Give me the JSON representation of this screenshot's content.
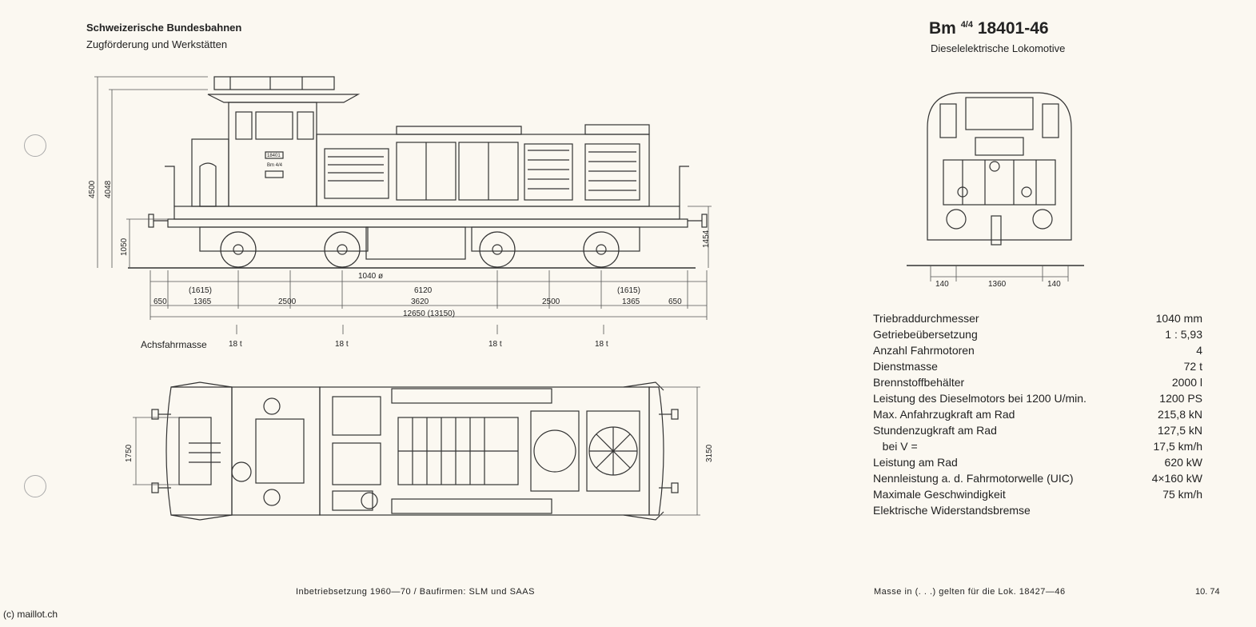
{
  "header": {
    "org_line1": "Schweizerische Bundesbahnen",
    "org_line2": "Zugförderung und Werkstätten",
    "title_prefix": "Bm",
    "title_fraction": "4/4",
    "title_number": "18401-46",
    "subtitle": "Dieselelektrische Lokomotive"
  },
  "side_view": {
    "dims_vertical": [
      "4500",
      "4048",
      "1050",
      "1454"
    ],
    "wheel_dia": "1040 ø",
    "dims_row1": [
      "(1615)",
      "6120",
      "(1615)"
    ],
    "dims_row2": [
      "650",
      "1365",
      "2500",
      "3620",
      "2500",
      "1365",
      "650"
    ],
    "total_length": "12650  (13150)",
    "axle_load_label": "Achsfahrmasse",
    "axle_loads": [
      "18 t",
      "18 t",
      "18 t",
      "18 t"
    ],
    "cab_plate": [
      "18401",
      "Bm 4/4"
    ]
  },
  "top_view": {
    "dim_left": "1750",
    "dim_right": "3150"
  },
  "end_view": {
    "dims": [
      "140",
      "1360",
      "140"
    ]
  },
  "specs": [
    {
      "label": "Triebraddurchmesser",
      "value": "1040 mm"
    },
    {
      "label": "Getriebeübersetzung",
      "value": "1 : 5,93"
    },
    {
      "label": "Anzahl Fahrmotoren",
      "value": "4"
    },
    {
      "label": "Dienstmasse",
      "value": "72 t"
    },
    {
      "label": "Brennstoffbehälter",
      "value": "2000 l"
    },
    {
      "label": "Leistung des Dieselmotors bei 1200 U/min.",
      "value": "1200 PS"
    },
    {
      "label": "Max. Anfahrzugkraft am Rad",
      "value": "215,8 kN"
    },
    {
      "label": "Stundenzugkraft am Rad",
      "value": "127,5 kN"
    },
    {
      "label": "   bei V =",
      "value": "17,5 km/h"
    },
    {
      "label": "Leistung am Rad",
      "value": "620 kW"
    },
    {
      "label": "Nennleistung a. d. Fahrmotorwelle (UIC)",
      "value": "4×160 kW"
    },
    {
      "label": "Maximale Geschwindigkeit",
      "value": "75 km/h"
    },
    {
      "label": "Elektrische Widerstandsbremse",
      "value": ""
    }
  ],
  "footer": {
    "left": "Inbetriebsetzung 1960—70 / Baufirmen: SLM und SAAS",
    "right": "Masse in (. . .) gelten für die Lok. 18427—46",
    "date": "10. 74",
    "copyright": "(c) maillot.ch"
  }
}
